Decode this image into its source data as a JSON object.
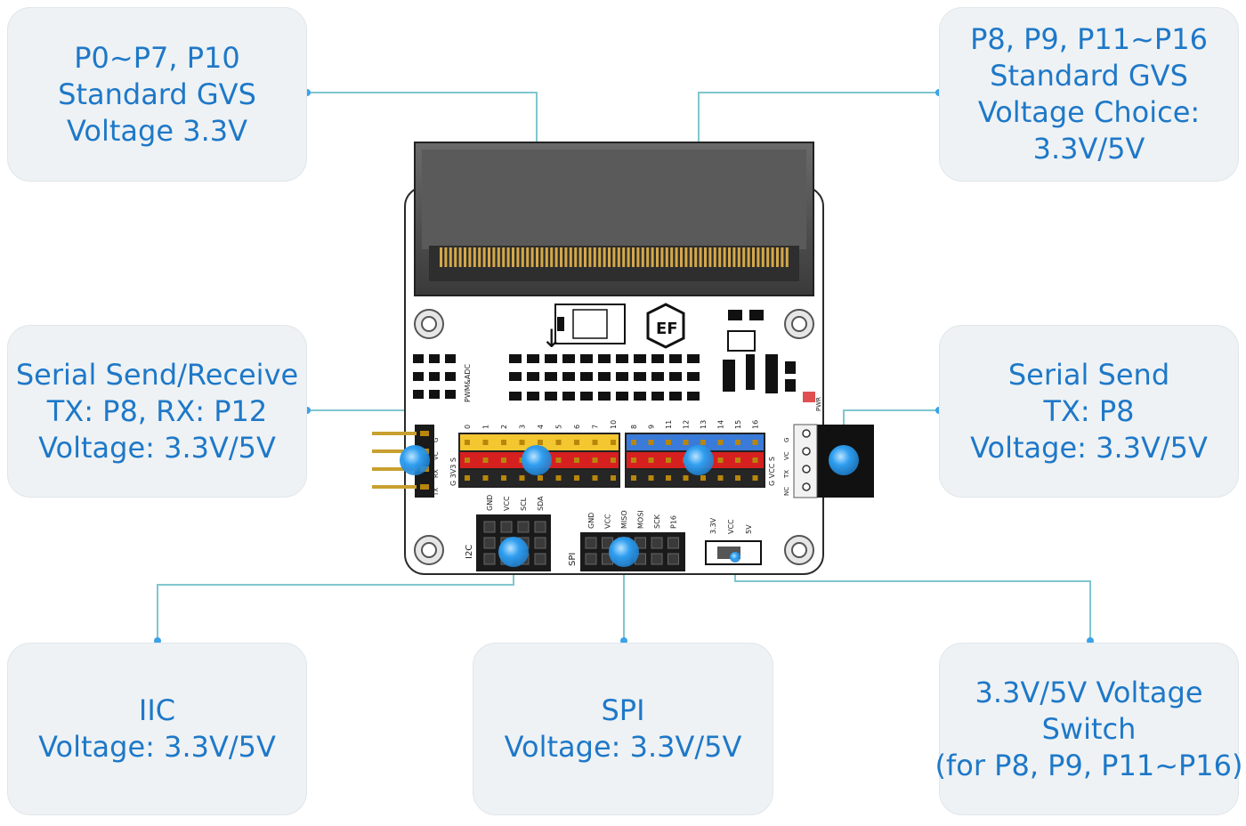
{
  "callouts": {
    "p0_p7": {
      "lines": [
        "P0~P7, P10",
        "Standard GVS",
        "Voltage 3.3V"
      ]
    },
    "p8_p16": {
      "lines": [
        "P8, P9, P11~P16",
        "Standard GVS",
        "Voltage Choice:",
        "3.3V/5V"
      ]
    },
    "serial_send_receive": {
      "lines": [
        "Serial Send/Receive",
        "TX: P8, RX: P12",
        "Voltage: 3.3V/5V"
      ]
    },
    "serial_send": {
      "lines": [
        "Serial Send",
        "TX: P8",
        "Voltage: 3.3V/5V"
      ]
    },
    "iic": {
      "lines": [
        "IIC",
        "Voltage: 3.3V/5V"
      ]
    },
    "spi": {
      "lines": [
        "SPI",
        "Voltage: 3.3V/5V"
      ]
    },
    "voltage_switch": {
      "lines": [
        "3.3V/5V Voltage",
        "Switch",
        "(for P8, P9, P11~P16)"
      ]
    }
  },
  "board": {
    "left_pin_labels": [
      "0",
      "1",
      "2",
      "3",
      "4",
      "5",
      "6",
      "7",
      "10"
    ],
    "right_pin_labels": [
      "8",
      "9",
      "11",
      "12",
      "13",
      "14",
      "15",
      "16"
    ],
    "gvs_left_label": "G 3V3 S",
    "gvs_right_label": "G VCC S",
    "serial_left_labels": [
      "G",
      "VC",
      "RX",
      "TX"
    ],
    "serial_right_labels": [
      "G",
      "VC",
      "TX",
      "NC"
    ],
    "i2c_label": "I2C",
    "i2c_pins": [
      "GND",
      "VCC",
      "SCL",
      "SDA"
    ],
    "spi_label": "SPI",
    "spi_pins": [
      "GND",
      "VCC",
      "MISO",
      "MOSI",
      "SCK",
      "P16"
    ],
    "switch_labels": [
      "3.3V",
      "VCC",
      "5V"
    ],
    "side_text": "PWM&ADC",
    "led_text": "PWR",
    "logo_text": "EF"
  },
  "colors": {
    "callout_text": "#1e78c8",
    "callout_bg": "#eef2f4",
    "leader_line": "#7fc6cf",
    "dot": "#3aa3e8",
    "header_yellow": "#f4c630",
    "header_red": "#d62020",
    "header_blue": "#3a7ad8",
    "pcb": "#ffffff"
  }
}
